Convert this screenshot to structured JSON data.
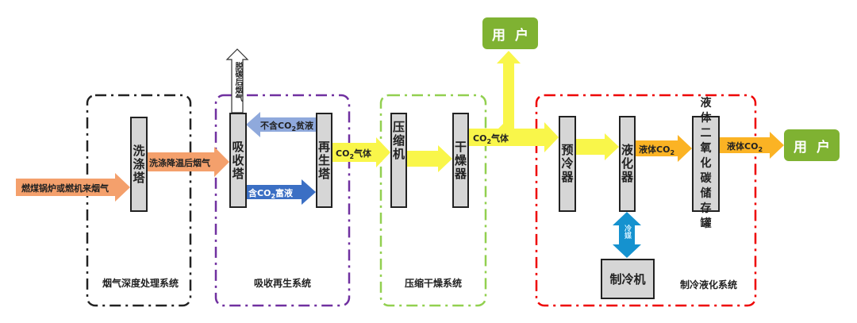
{
  "systems": {
    "flue": "烟气深度处理系统",
    "absorb": "吸收再生系统",
    "compress": "压缩干燥系统",
    "refrig": "制冷液化系统"
  },
  "units": {
    "wash": "洗涤塔",
    "absorber": "吸收塔",
    "regen": "再生塔",
    "compressor": "压缩机",
    "dryer": "干燥器",
    "precooler": "预冷器",
    "liquefier": "液化器",
    "tank": "液体二氧化碳储存罐",
    "chiller": "制冷机"
  },
  "users": {
    "top": "用户",
    "right": "用户"
  },
  "flows": {
    "inlet": "燃煤锅炉或燃机来烟气",
    "washed": "洗涤降温后烟气",
    "outlet": "脱碳后烟气",
    "lean_pre": "不含CO",
    "lean_post": "贫液",
    "rich_pre": "含CO",
    "rich_post": "富液",
    "co2": "CO",
    "gas": "气体",
    "co2_2": "CO",
    "gas_2": "气体",
    "liq1": "液体CO",
    "liq2": "液体CO",
    "sub2": "2",
    "refrigerant": "冷媒"
  },
  "colors": {
    "flue": "#f4a06c",
    "lean": "#8fa9dc",
    "rich": "#3b6fc4",
    "co2": "#f9f64a",
    "liquid": "#fbb324",
    "refrigerant": "#1592cf",
    "user": "#7fb232"
  }
}
